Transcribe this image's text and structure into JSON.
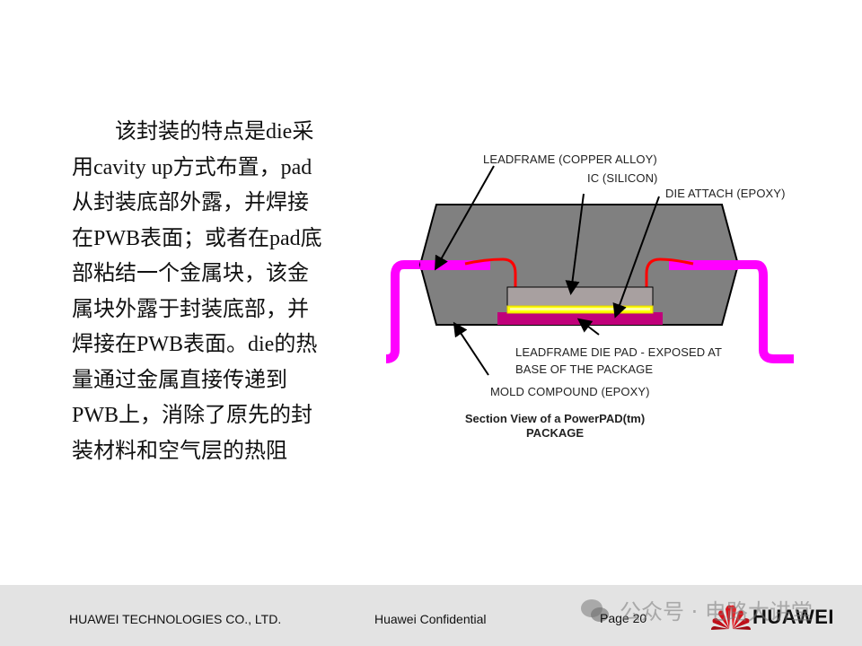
{
  "slide": {
    "body_lines": [
      "该封装的特点是die采",
      "用cavity up方式布置，pad",
      "从封装底部外露，并焊接",
      "在PWB表面；或者在pad底",
      "部粘结一个金属块，该金",
      "属块外露于封装底部，并",
      "焊接在PWB表面。die的热",
      "量通过金属直接传递到",
      "PWB上，消除了原先的封",
      "装材料和空气层的热阻"
    ]
  },
  "diagram": {
    "labels": {
      "leadframe": "LEADFRAME (COPPER ALLOY)",
      "ic": "IC (SILICON)",
      "die_attach": "DIE ATTACH (EPOXY)",
      "die_pad_line1": "LEADFRAME DIE PAD - EXPOSED AT",
      "die_pad_line2": "BASE OF THE PACKAGE",
      "mold": "MOLD COMPOUND (EPOXY)"
    },
    "caption_line1": "Section View of a PowerPAD(tm)",
    "caption_line2": "PACKAGE",
    "colors": {
      "mold": "#808080",
      "lead": "#ff00ff",
      "wire": "#ff0000",
      "die": "#a8a0a0",
      "die_attach": "#ffff00",
      "die_pad": "#c0007a"
    }
  },
  "footer": {
    "company": "HUAWEI TECHNOLOGIES CO., LTD.",
    "confidential": "Huawei Confidential",
    "page": "Page 20",
    "watermark": "公众号 · 电路大讲堂",
    "logo_text": "HUAWEI"
  }
}
